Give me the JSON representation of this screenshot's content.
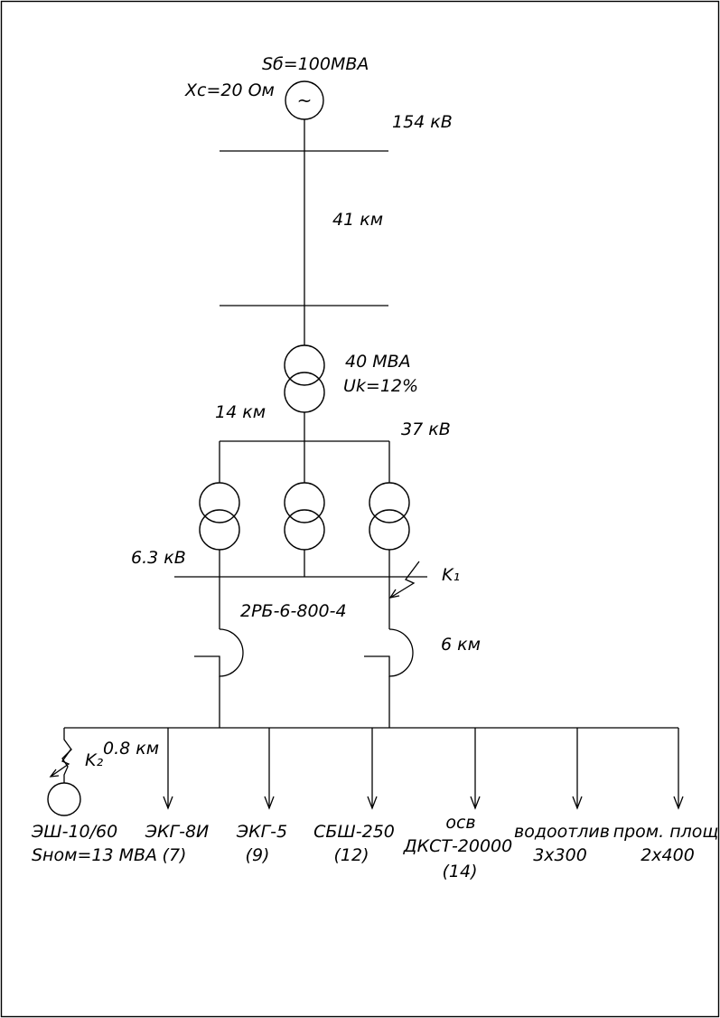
{
  "source": {
    "power_label": "Sб=100МВА",
    "reactance_label": "Xc=20 Ом",
    "symbol": "~"
  },
  "buses": {
    "hv_voltage": "154 кВ",
    "mv_voltage": "37 кВ",
    "lv_voltage": "6.3 кВ"
  },
  "lines": {
    "hv_line_length": "41 км",
    "mv_line_length": "14 км",
    "lv_line_length": "6 км",
    "excavator_cable_length": "0.8 км"
  },
  "main_transformer": {
    "power": "40 МВА",
    "uk": "Uk=12%"
  },
  "reactor": {
    "type": "2РБ-6-800-4"
  },
  "faults": {
    "k1": "K₁",
    "k2": "K₂"
  },
  "loads": [
    {
      "line1": "ЭШ-10/60",
      "line2": "Sном=13 МВА",
      "line3": ""
    },
    {
      "line1": "ЭКГ-8И",
      "line2": "(7)",
      "line3": ""
    },
    {
      "line1": "ЭКГ-5",
      "line2": "(9)",
      "line3": ""
    },
    {
      "line1": "СБШ-250",
      "line2": "(12)",
      "line3": ""
    },
    {
      "line1": "осв",
      "line2": "ДКСТ-20000",
      "line3": "(14)"
    },
    {
      "line1": "водоотлив",
      "line2": "3х300",
      "line3": ""
    },
    {
      "line1": "пром. площ",
      "line2": "2х400",
      "line3": ""
    }
  ]
}
